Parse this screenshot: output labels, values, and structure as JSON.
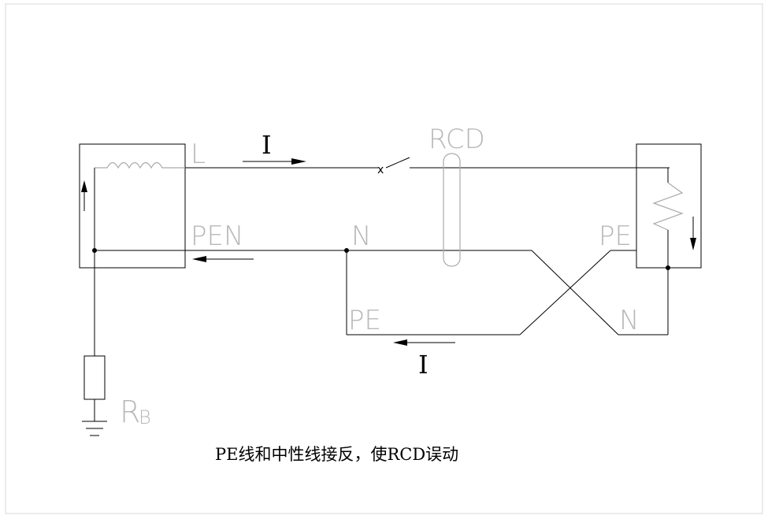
{
  "labels": {
    "line": "L",
    "pen": "PEN",
    "neutral_left": "N",
    "pe_right": "PE",
    "pe_bottom": "PE",
    "n_right": "N",
    "rcd": "RCD",
    "current_top": "I",
    "current_bottom": "I",
    "rb_main": "R",
    "rb_sub": "B",
    "switch_mark": "x"
  },
  "caption": "PE线和中性线接反，使RCD误动",
  "colors": {
    "line": "#000000",
    "label_gray": "#b8b8b8",
    "frame": "#d8d8d8"
  }
}
